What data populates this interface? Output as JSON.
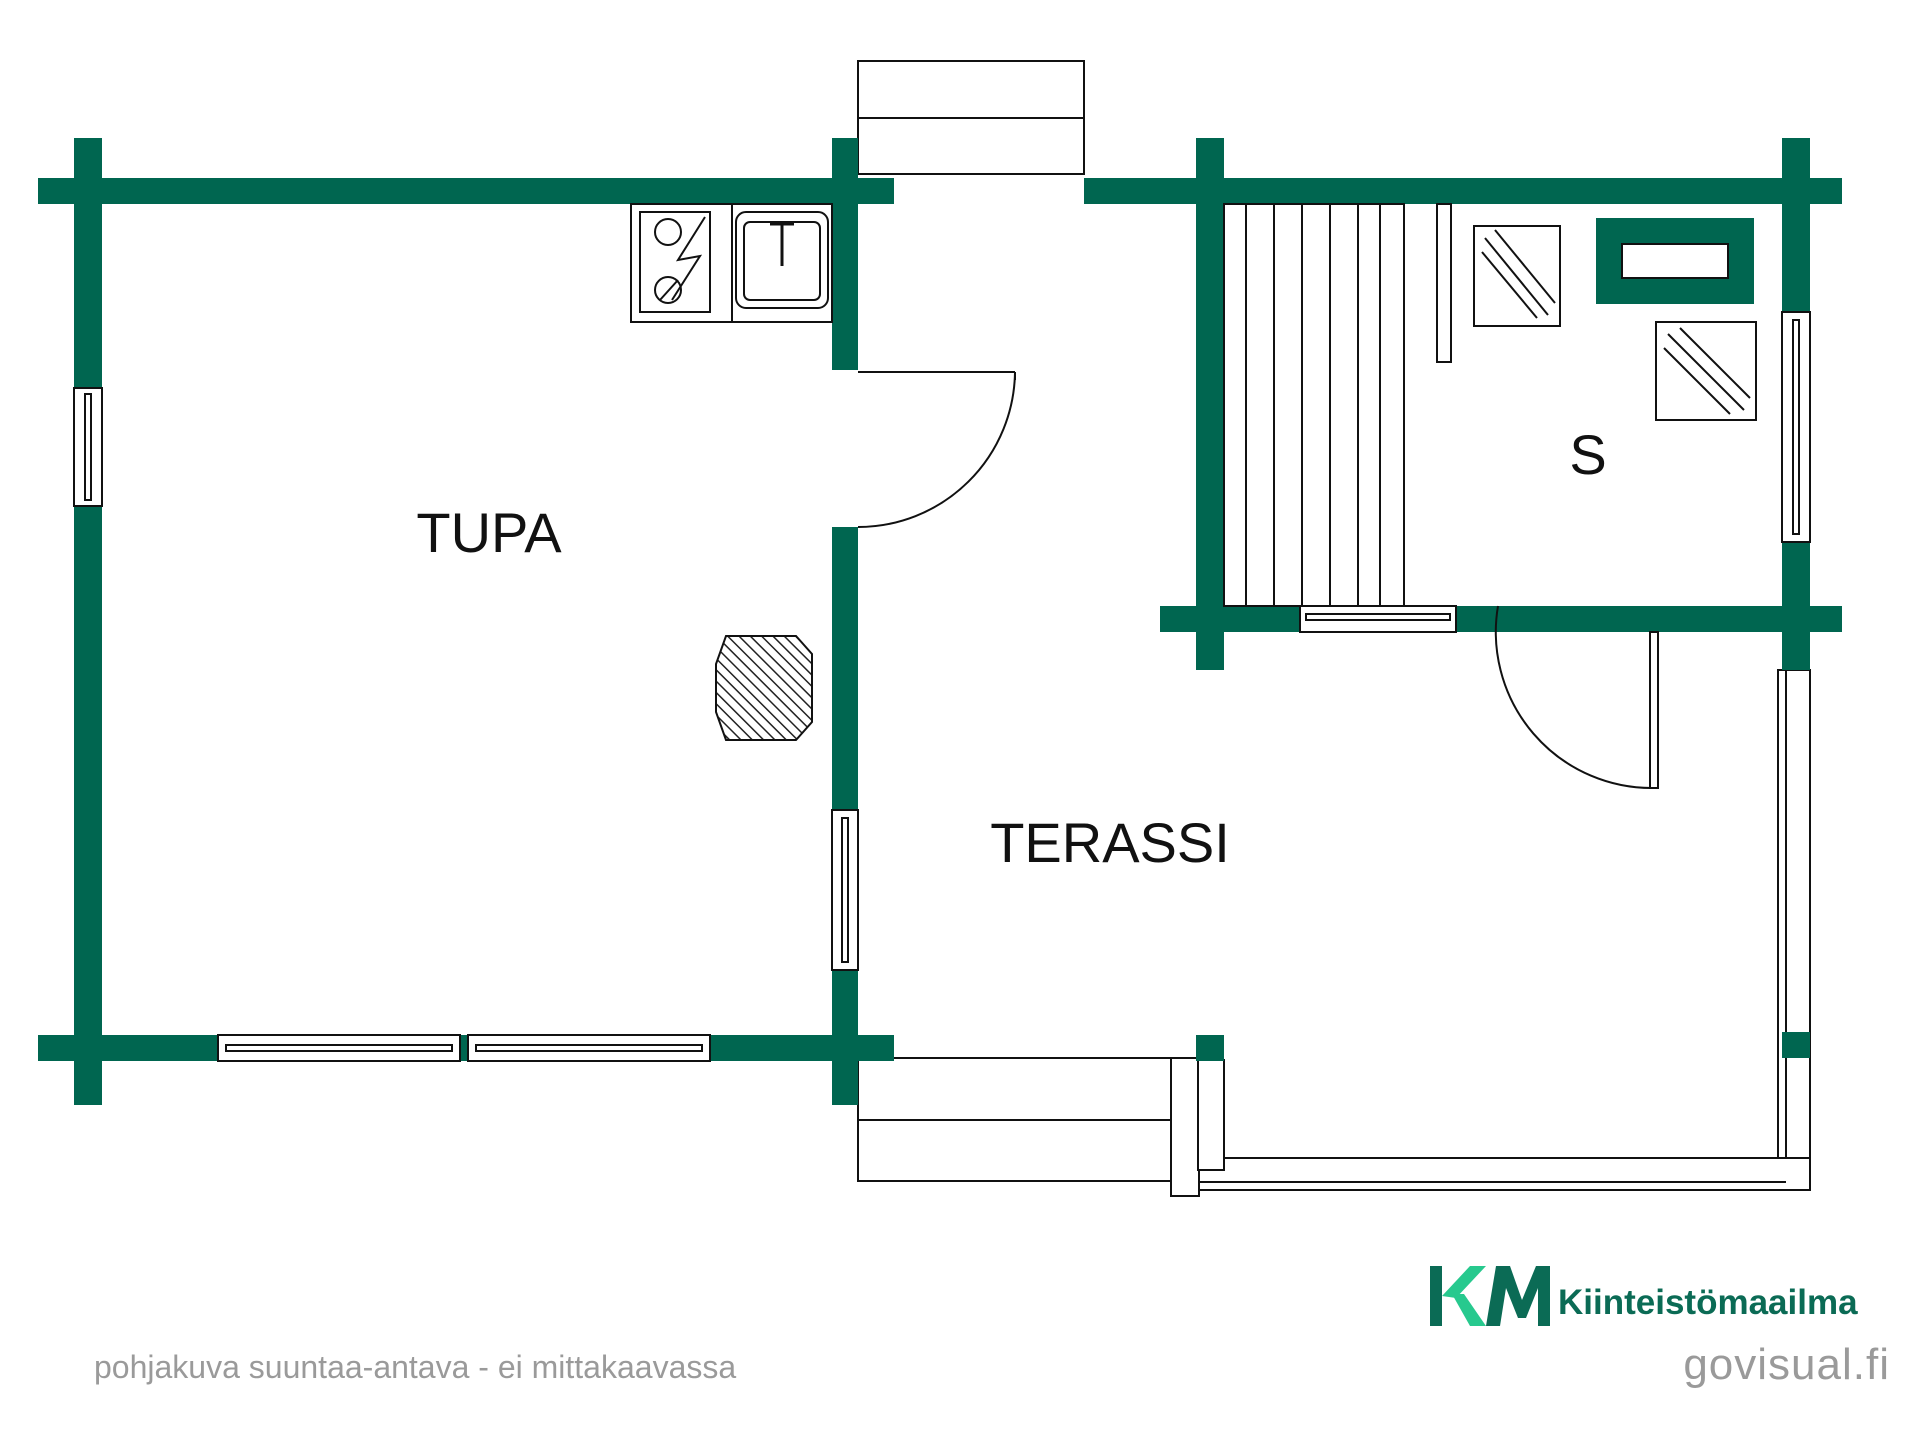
{
  "floor_plan": {
    "rooms": [
      {
        "id": "tupa",
        "label": "TUPA"
      },
      {
        "id": "terassi",
        "label": "TERASSI"
      },
      {
        "id": "sauna",
        "label": "S"
      }
    ],
    "disclaimer": "pohjakuva suuntaa-antava - ei mittakaavassa",
    "credit": "govisual.fi"
  },
  "brand": {
    "logo_letters": "KM",
    "name": "Kiinteistömaailma"
  },
  "colors": {
    "wall": "#006650",
    "line": "#111111",
    "logo_light": "#27c98e",
    "logo_dark": "#0b6b55",
    "caption": "#9a9a9a"
  }
}
